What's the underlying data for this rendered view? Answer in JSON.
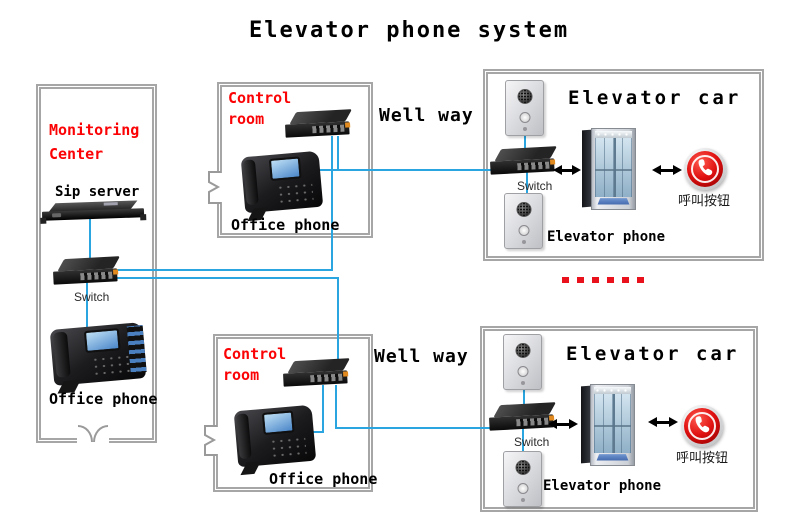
{
  "title": "Elevator phone system",
  "colors": {
    "label_red": "#fb0205",
    "line_cyan": "#2aa5e0",
    "wall_gray": "#a6a6a6",
    "dash_red": "#e8111c",
    "button_red": "#df1010"
  },
  "monitoring_center": {
    "name_line1": "Monitoring",
    "name_line2": "Center",
    "sip_server_label": "Sip server",
    "switch_label": "Switch",
    "office_phone_label": "Office phone"
  },
  "control_room_top": {
    "name_line1": "Control",
    "name_line2": "room",
    "office_phone_label": "Office phone"
  },
  "control_room_bottom": {
    "name_line1": "Control",
    "name_line2": "room",
    "office_phone_label": "Office phone"
  },
  "well_way_top": "Well way",
  "well_way_bottom": "Well way",
  "elevator_car_top": {
    "title": "Elevator car",
    "switch_label": "Switch",
    "elevator_phone_label": "Elevator phone",
    "call_button_caption": "呼叫按钮"
  },
  "elevator_car_bottom": {
    "title": "Elevator car",
    "switch_label": "Switch",
    "elevator_phone_label": "Elevator phone",
    "call_button_caption": "呼叫按钮"
  }
}
